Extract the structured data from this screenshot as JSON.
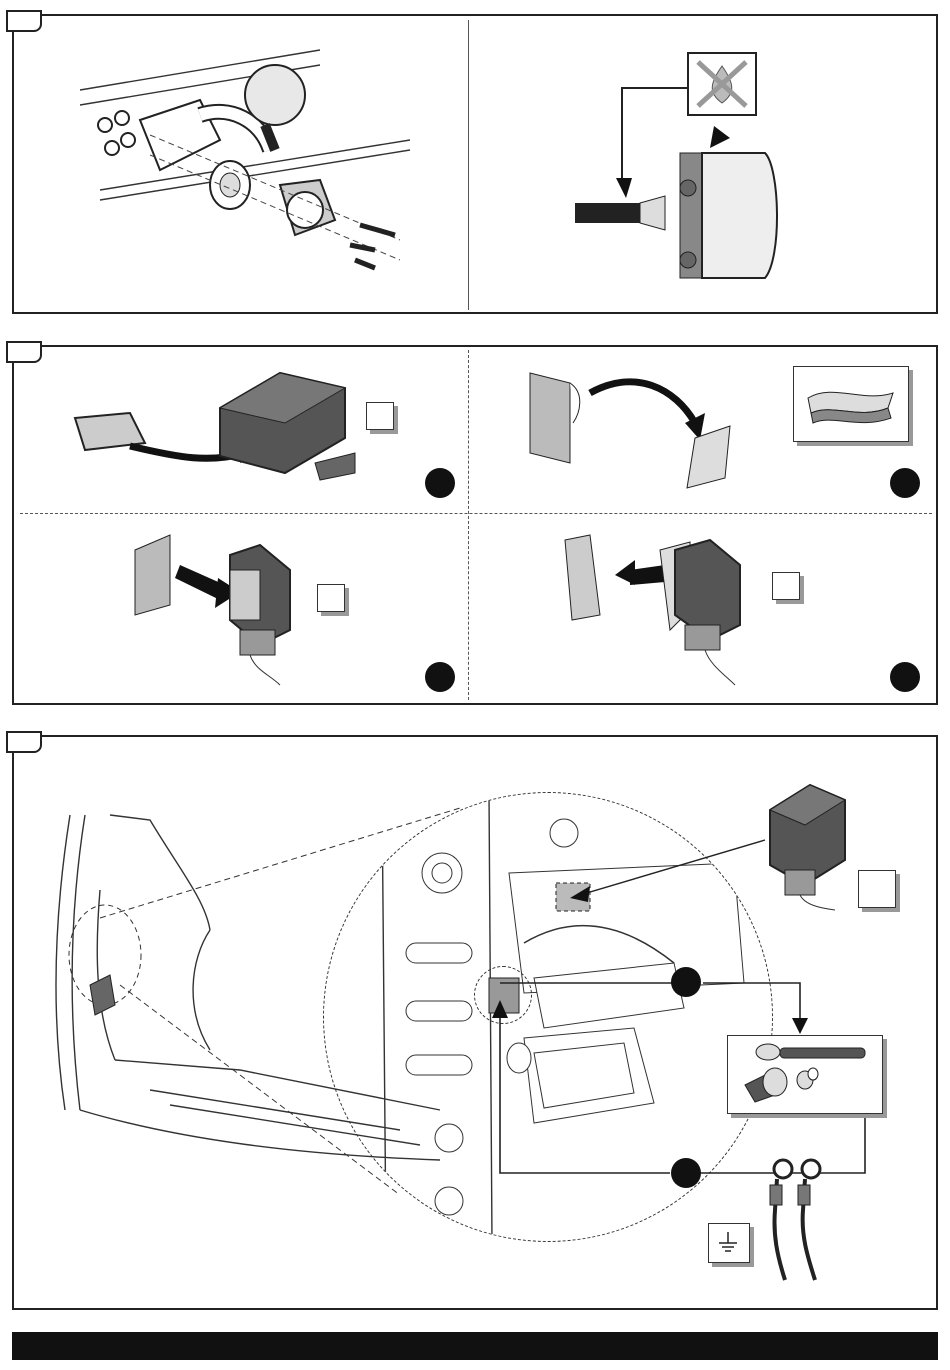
{
  "diagram": {
    "panels": [
      {
        "step": "",
        "subpanels": 2
      },
      {
        "step": "",
        "subpanels": 4
      },
      {
        "step": "",
        "subpanels": 1
      }
    ],
    "icons": {
      "no_water": "no-water-drop-icon",
      "ground": "ground-symbol-icon",
      "tools": "ratchet-wrench-icon",
      "adhesive": "adhesive-pad-icon"
    },
    "colors": {
      "line": "#222222",
      "module": "#555555",
      "shadow": "#999999",
      "footer": "#111111"
    }
  }
}
